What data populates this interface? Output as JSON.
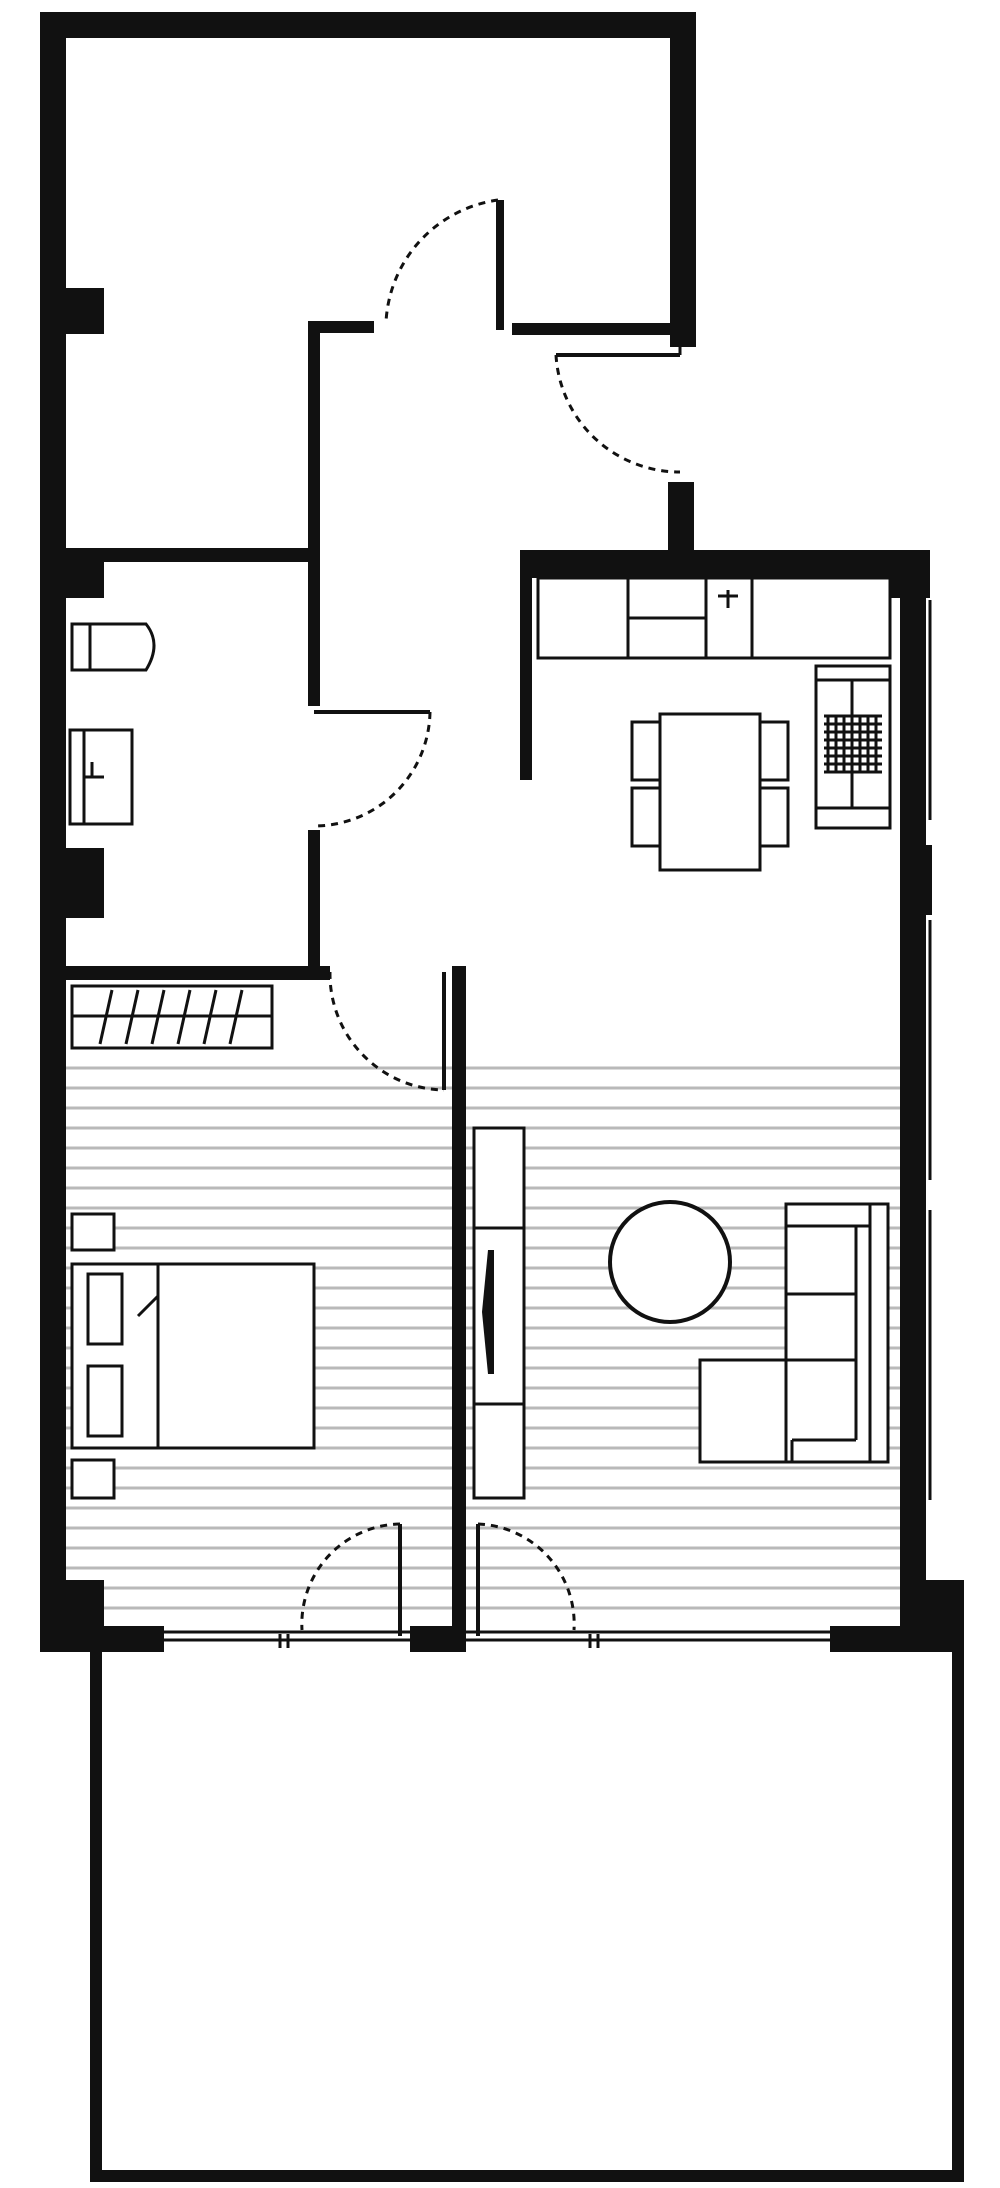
{
  "plan": {
    "background": "#ffffff",
    "wall_color": "#111111",
    "floor_hatch_color": "#b9b9b9",
    "rooms": [
      "storage-room",
      "hallway",
      "bathroom",
      "kitchen-dining",
      "bedroom",
      "living-room",
      "balcony"
    ],
    "fixtures": [
      "toilet-icon",
      "sink-icon",
      "kitchen-counter",
      "stove-icon",
      "dining-table",
      "wardrobe",
      "double-bed",
      "round-table",
      "corner-sofa",
      "tv-cabinet"
    ]
  }
}
